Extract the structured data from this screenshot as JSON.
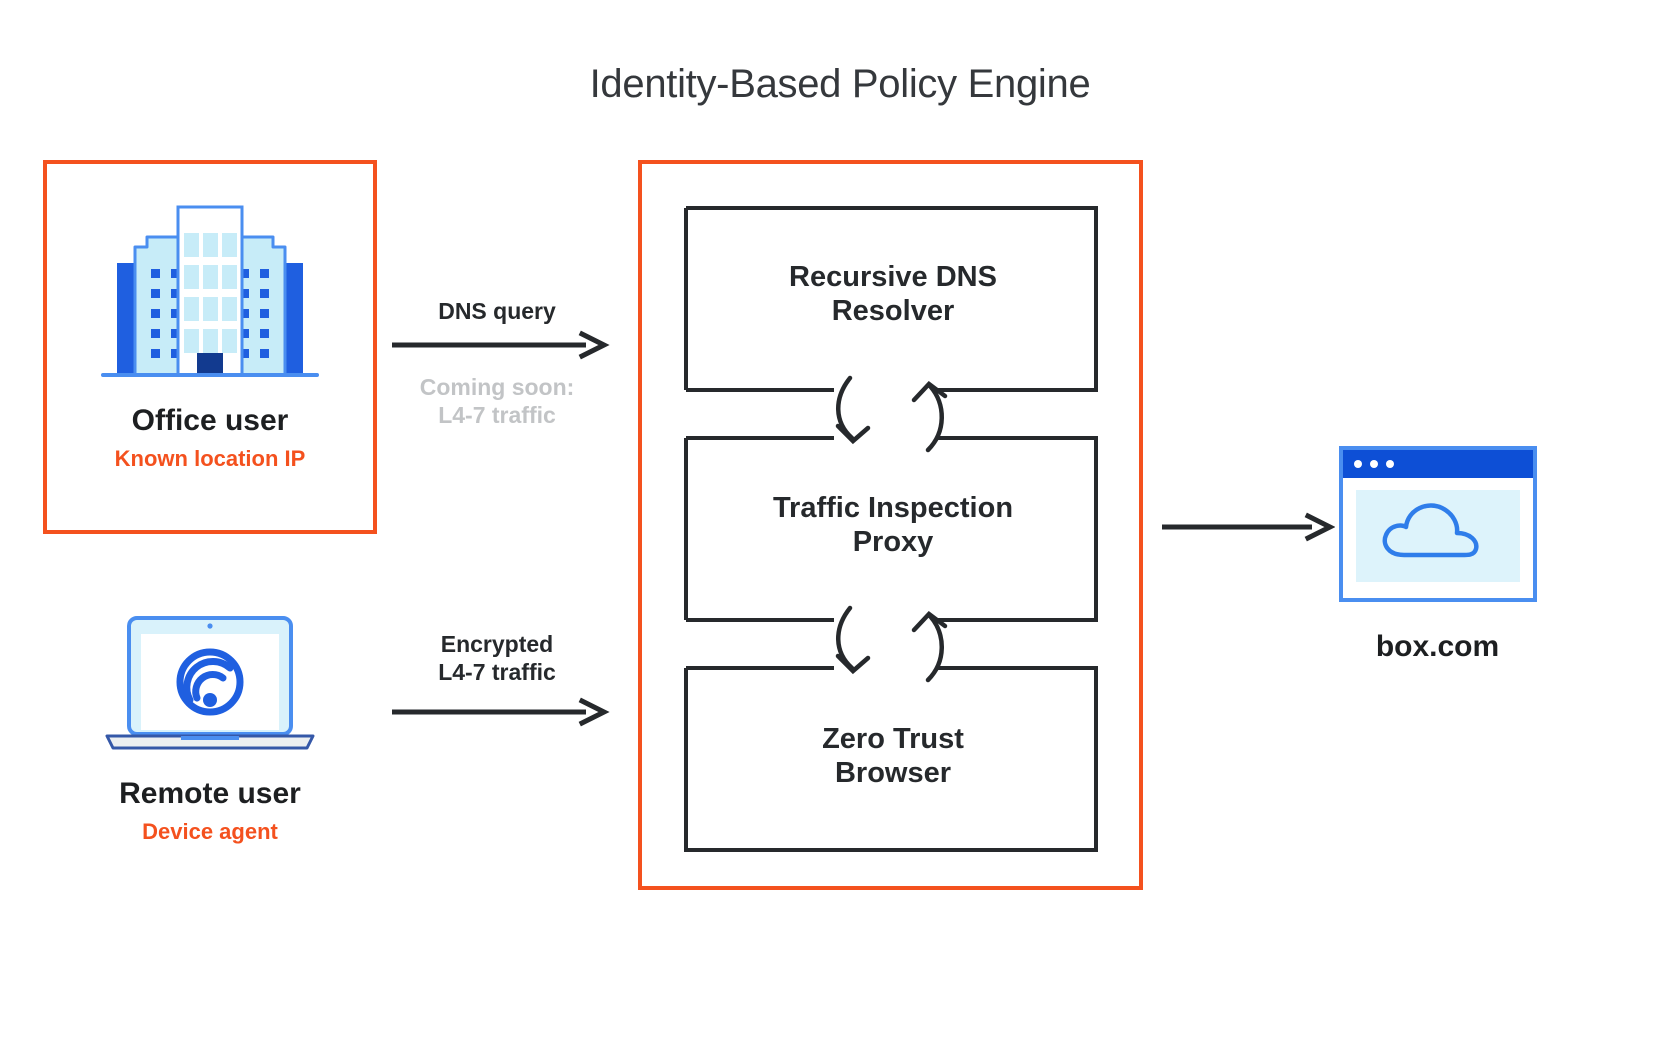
{
  "diagram": {
    "title": "Identity-Based Policy Engine",
    "colors": {
      "accent_orange": "#f4511e",
      "text_dark": "#26292c",
      "muted_gray": "#c2c4c6",
      "brand_blue": "#1f5fe0",
      "light_blue": "#c7ecf8",
      "navy": "#123a8f"
    }
  },
  "actors": [
    {
      "id": "office-user",
      "icon": "office-building-icon",
      "title": "Office user",
      "subtitle": "Known location IP",
      "highlighted": true
    },
    {
      "id": "remote-user",
      "icon": "laptop-wifi-icon",
      "title": "Remote user",
      "subtitle": "Device agent",
      "highlighted": false
    }
  ],
  "flows": [
    {
      "id": "dns-query",
      "label": "DNS query",
      "muted": false,
      "icon": "arrow-right-icon"
    },
    {
      "id": "coming-soon",
      "line1": "Coming soon:",
      "line2": "L4-7 traffic",
      "muted": true
    },
    {
      "id": "encrypted-traffic",
      "line1": "Encrypted",
      "line2": "L4-7 traffic",
      "muted": false,
      "icon": "arrow-right-icon"
    }
  ],
  "engine": {
    "name": "Identity-Based Policy Engine",
    "boxes": [
      {
        "id": "recursive-dns-resolver",
        "line1": "Recursive DNS",
        "line2": "Resolver"
      },
      {
        "id": "traffic-inspection-proxy",
        "line1": "Traffic Inspection",
        "line2": "Proxy"
      },
      {
        "id": "zero-trust-browser",
        "line1": "Zero Trust",
        "line2": "Browser"
      }
    ],
    "connectors": [
      {
        "id": "connector-1-2",
        "icons": [
          "curved-arrow-down-icon",
          "curved-arrow-up-icon"
        ]
      },
      {
        "id": "connector-2-3",
        "icons": [
          "curved-arrow-down-icon",
          "curved-arrow-up-icon"
        ]
      }
    ]
  },
  "destination": {
    "id": "box-com",
    "icon": "browser-cloud-icon",
    "title": "box.com"
  }
}
